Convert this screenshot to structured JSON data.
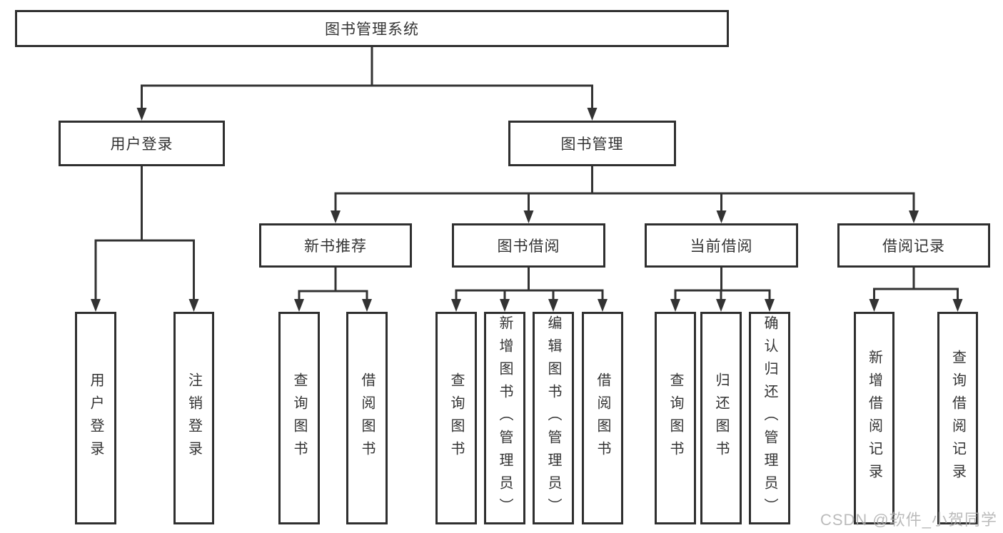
{
  "tree": {
    "root": "图书管理系统",
    "login": {
      "label": "用户登录",
      "children": [
        "用户登录",
        "注销登录"
      ]
    },
    "management": {
      "label": "图书管理",
      "sections": [
        {
          "label": "新书推荐",
          "children": [
            "查询图书",
            "借阅图书"
          ]
        },
        {
          "label": "图书借阅",
          "children": [
            "查询图书",
            "新增图书（管理员）",
            "编辑图书（管理员）",
            "借阅图书"
          ]
        },
        {
          "label": "当前借阅",
          "children": [
            "查询图书",
            "归还图书",
            "确认归还（管理员）"
          ]
        },
        {
          "label": "借阅记录",
          "children": [
            "新增借阅记录",
            "查询借阅记录"
          ]
        }
      ]
    }
  },
  "watermark": "CSDN @软件_小贺同学",
  "colors": {
    "line": "#333333",
    "box_border": "#2f2f2f",
    "text": "#333333",
    "watermark": "#b0b0b0",
    "background": "#ffffff"
  }
}
